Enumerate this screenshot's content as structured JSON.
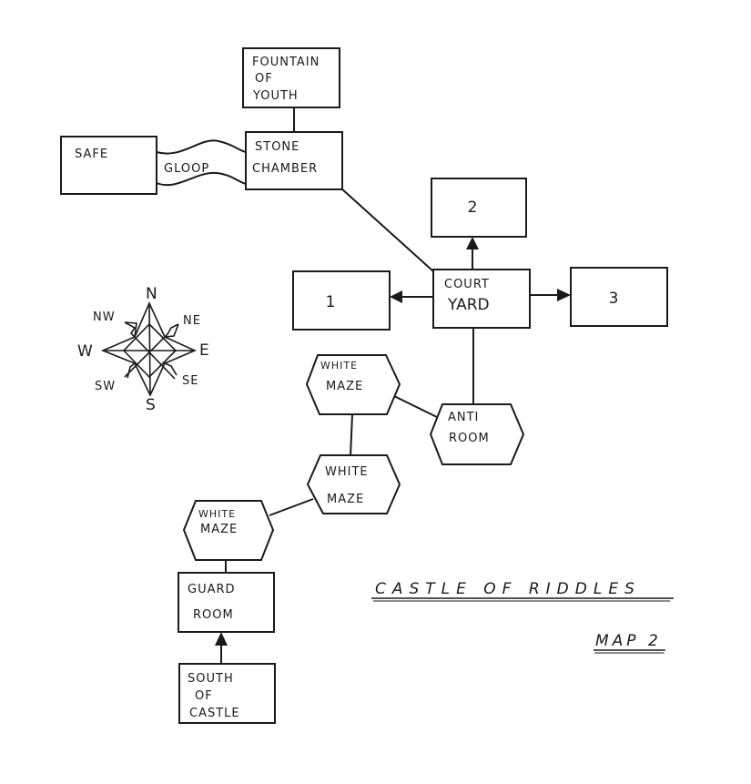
{
  "map": {
    "title": "CASTLE OF RIDDLES",
    "subtitle": "MAP 2",
    "rooms": [
      {
        "id": "fountain",
        "lines": [
          "FOUNTAIN",
          "OF",
          "YOUTH"
        ]
      },
      {
        "id": "safe",
        "lines": [
          "SAFE"
        ]
      },
      {
        "id": "stone_chamber",
        "lines": [
          "STONE",
          "CHAMBER"
        ]
      },
      {
        "id": "room2",
        "lines": [
          "2"
        ]
      },
      {
        "id": "room1",
        "lines": [
          "1"
        ]
      },
      {
        "id": "courtyard",
        "lines": [
          "COURT",
          "YARD"
        ]
      },
      {
        "id": "room3",
        "lines": [
          "3"
        ]
      },
      {
        "id": "white_maze_1",
        "lines": [
          "WHITE",
          "MAZE"
        ]
      },
      {
        "id": "anti_room",
        "lines": [
          "ANTI",
          "ROOM"
        ]
      },
      {
        "id": "white_maze_2",
        "lines": [
          "WHITE",
          "MAZE"
        ]
      },
      {
        "id": "white_maze_3",
        "lines": [
          "WHITE",
          "MAZE"
        ]
      },
      {
        "id": "guard_room",
        "lines": [
          "GUARD",
          "ROOM"
        ]
      },
      {
        "id": "south_of_castle",
        "lines": [
          "SOUTH",
          "OF",
          "CASTLE"
        ]
      }
    ],
    "passage_label": "GLOOP",
    "connections": [
      {
        "from": "fountain",
        "to": "stone_chamber",
        "type": "two-way"
      },
      {
        "from": "safe",
        "to": "stone_chamber",
        "type": "gloop-passage"
      },
      {
        "from": "stone_chamber",
        "to": "courtyard",
        "type": "two-way"
      },
      {
        "from": "courtyard",
        "to": "room2",
        "type": "one-way"
      },
      {
        "from": "courtyard",
        "to": "room1",
        "type": "one-way"
      },
      {
        "from": "courtyard",
        "to": "room3",
        "type": "one-way"
      },
      {
        "from": "courtyard",
        "to": "anti_room",
        "type": "two-way"
      },
      {
        "from": "anti_room",
        "to": "white_maze_1",
        "type": "two-way"
      },
      {
        "from": "white_maze_1",
        "to": "white_maze_2",
        "type": "two-way"
      },
      {
        "from": "white_maze_2",
        "to": "white_maze_3",
        "type": "two-way"
      },
      {
        "from": "white_maze_3",
        "to": "guard_room",
        "type": "two-way"
      },
      {
        "from": "south_of_castle",
        "to": "guard_room",
        "type": "one-way"
      }
    ],
    "compass": {
      "N": "N",
      "NE": "NE",
      "E": "E",
      "SE": "SE",
      "S": "S",
      "SW": "SW",
      "W": "W",
      "NW": "NW"
    }
  }
}
